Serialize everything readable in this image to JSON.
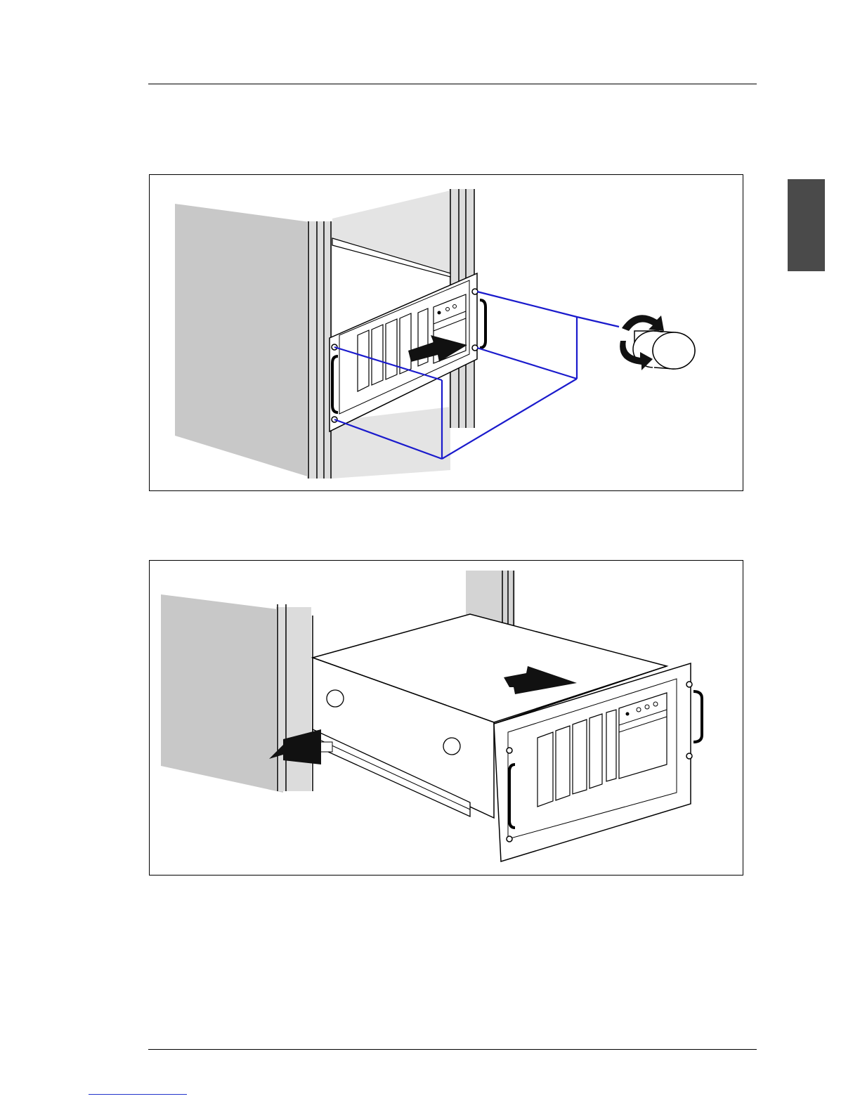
{
  "page": {
    "figures": [
      {
        "id": "figure-1",
        "icon": "rack-unscrew-illustration"
      },
      {
        "id": "figure-2",
        "icon": "rack-slide-out-illustration"
      }
    ],
    "side_tab": {
      "color": "#4a4a4a"
    },
    "accent_color": "#1a1acc"
  }
}
